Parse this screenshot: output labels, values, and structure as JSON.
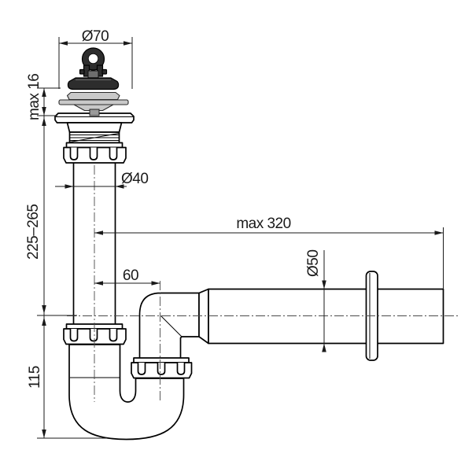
{
  "diagram": {
    "title": "sink-siphon-technical-drawing",
    "labels": {
      "plug_diameter": "Ø70",
      "panel_thickness": "max 16",
      "inlet_tube_length_range": "225–265",
      "trap_depth": "115",
      "inlet_tube_diameter": "Ø40",
      "outlet_reach": "max 320",
      "elbow_offset": "60",
      "outlet_pipe_diameter": "Ø50"
    },
    "colors": {
      "background": "#ffffff",
      "object_outline": "#000000",
      "dimension_line": "#1a1a1a",
      "plug_dark": "#2d2d2d",
      "strainer_gray": "#c9c9c9"
    }
  }
}
